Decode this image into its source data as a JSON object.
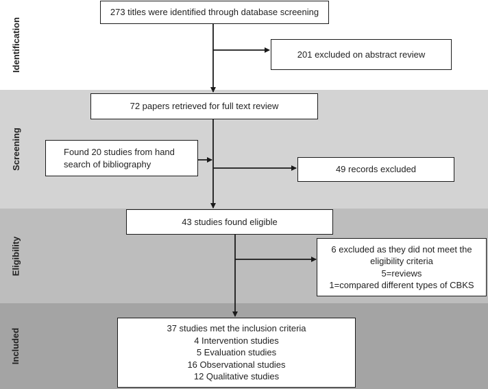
{
  "phases": {
    "identification": "Identification",
    "screening": "Screening",
    "eligibility": "Eligibility",
    "included": "Included"
  },
  "colors": {
    "identification_bg": "#ffffff",
    "screening_bg": "#d3d3d3",
    "eligibility_bg": "#bdbdbd",
    "included_bg": "#a4a4a4",
    "line": "#1a1a1a"
  },
  "boxes": {
    "identified": "273 titles were identified through database screening",
    "excluded_abstract": "201 excluded on abstract review",
    "full_text": "72 papers retrieved for full text review",
    "hand_search": [
      "Found 20 studies from hand",
      "search of bibliography"
    ],
    "records_excluded": "49 records excluded",
    "eligible": "43 studies found eligible",
    "excluded_criteria": [
      "6 excluded as they did not meet the",
      "eligibility criteria",
      "5=reviews",
      "1=compared different types of CBKS"
    ],
    "included": [
      "37 studies met the inclusion criteria",
      "4 Intervention studies",
      "5 Evaluation studies",
      "16 Observational studies",
      "12 Qualitative studies"
    ]
  }
}
